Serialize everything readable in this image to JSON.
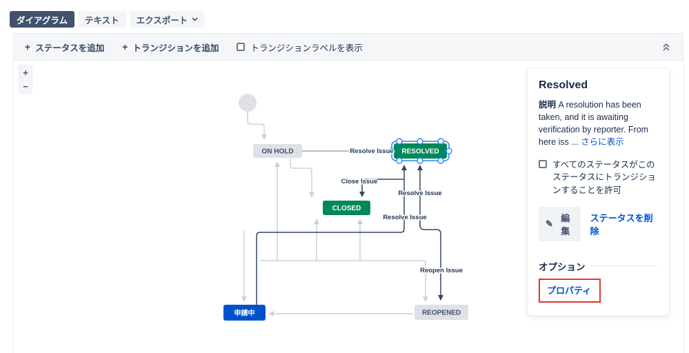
{
  "tabs": {
    "diagram": "ダイアグラム",
    "text": "テキスト",
    "export": "エクスポート"
  },
  "toolbar": {
    "add_status": "ステータスを追加",
    "add_transition": "トランジションを追加",
    "show_transition_labels": "トランジションラベルを表示",
    "plus": "+"
  },
  "zoom_controls": {
    "zoom_in": "+",
    "zoom_out": "−"
  },
  "diagram": {
    "nodes": {
      "on_hold": "ON HOLD",
      "resolved": "RESOLVED",
      "closed": "CLOSED",
      "pending": "申請中",
      "reopened": "REOPENED"
    },
    "edges": {
      "resolve_issue_1": "Resolve Issue",
      "close_issue": "Close Issue",
      "resolve_issue_2": "Resolve Issue",
      "resolve_issue_3": "Resolve Issue",
      "reopen_issue": "Reopen Issue"
    }
  },
  "panel": {
    "title": "Resolved",
    "description_label": "説明",
    "description": "A resolution has been taken, and it is awaiting verification by reporter. From here iss",
    "truncation": "...",
    "show_more": "さらに表示",
    "allow_all_label": "すべてのステータスがこのステータスにトランジションすることを許可",
    "edit": "編集",
    "edit_icon": "✎",
    "delete_status": "ステータスを削除",
    "options": "オプション",
    "properties": "プロパティ"
  },
  "colors": {
    "accent_blue": "#0052CC",
    "selection_blue": "#2684FF",
    "status_green": "#00875A",
    "status_gray": "#DFE1E6",
    "dark_line": "#344563",
    "light_line": "#CBD2DC",
    "annotation_red": "#E5342B",
    "tab_active_bg": "#42526E"
  }
}
